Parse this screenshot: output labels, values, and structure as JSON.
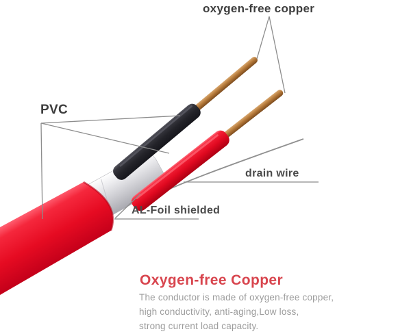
{
  "diagram": {
    "labels": {
      "copper": "oxygen-free copper",
      "pvc": "PVC",
      "drain": "drain wire",
      "foil": "AL-Foil shielded"
    },
    "colors": {
      "jacket_red": "#e60b22",
      "inner_wire_red": "#e00920",
      "insulation_black": "#232329",
      "copper": "#b67a3a",
      "foil_silver": "#cdcdd2",
      "leader_line_gray": "#8c8c8c",
      "label_text": "#3d3d3d",
      "heading_red": "#d8454e",
      "body_text_gray": "#9c9c9c"
    }
  },
  "description": {
    "heading": "Oxygen-free Copper",
    "line1": "The conductor is made of oxygen-free copper,",
    "line2": "high conductivity, anti-aging,Low loss,",
    "line3": "strong current load capacity."
  }
}
